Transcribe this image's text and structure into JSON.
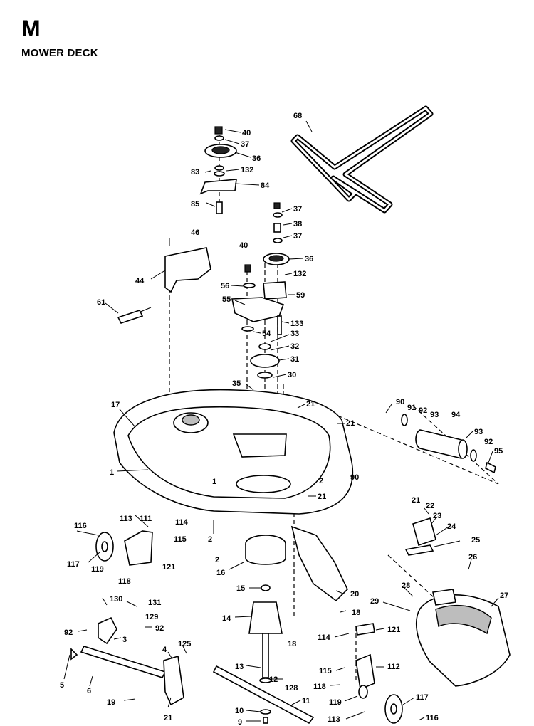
{
  "header": {
    "letter": "M",
    "title": "MOWER DECK"
  },
  "callouts": [
    "40",
    "37",
    "36",
    "83",
    "132",
    "84",
    "85",
    "68",
    "37",
    "38",
    "37",
    "40",
    "36",
    "132",
    "59",
    "46",
    "44",
    "61",
    "56",
    "55",
    "133",
    "54",
    "33",
    "32",
    "31",
    "30",
    "35",
    "17",
    "21",
    "21",
    "90",
    "91",
    "92",
    "93",
    "94",
    "93",
    "92",
    "95",
    "90",
    "1",
    "2",
    "1",
    "2",
    "21",
    "116",
    "113",
    "111",
    "114",
    "115",
    "117",
    "119",
    "118",
    "121",
    "2",
    "16",
    "15",
    "14",
    "20",
    "18",
    "18",
    "130",
    "131",
    "129",
    "92",
    "92",
    "3",
    "4",
    "125",
    "5",
    "6",
    "19",
    "21",
    "13",
    "12",
    "128",
    "10",
    "9",
    "11",
    "22",
    "23",
    "24",
    "21",
    "25",
    "26",
    "27",
    "28",
    "29",
    "121",
    "114",
    "115",
    "112",
    "118",
    "119",
    "117",
    "113",
    "116"
  ]
}
